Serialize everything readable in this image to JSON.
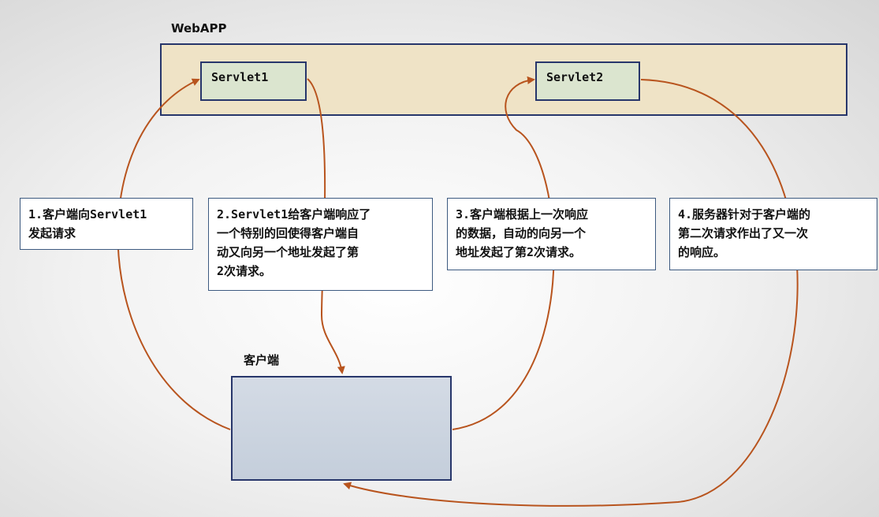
{
  "webapp": {
    "title": "WebAPP"
  },
  "servlets": {
    "servlet1": "Servlet1",
    "servlet2": "Servlet2"
  },
  "client": {
    "title": "客户端"
  },
  "notes": {
    "note1": "1.客户端向Servlet1\n发起请求",
    "note2": "2.Servlet1给客户端响应了\n一个特别的回使得客户端自\n动又向另一个地址发起了第\n2次请求。",
    "note3": "3.客户端根据上一次响应\n的数据，自动的向另一个\n地址发起了第2次请求。",
    "note4": "4.服务器针对于客户端的\n第二次请求作出了又一次\n的响应。"
  },
  "colors": {
    "arrow": "#b8541e",
    "border": "#27366b",
    "webapp_fill": "#efe3c6",
    "servlet_fill": "#dbe5cf",
    "client_fill": "#c9d2de"
  }
}
